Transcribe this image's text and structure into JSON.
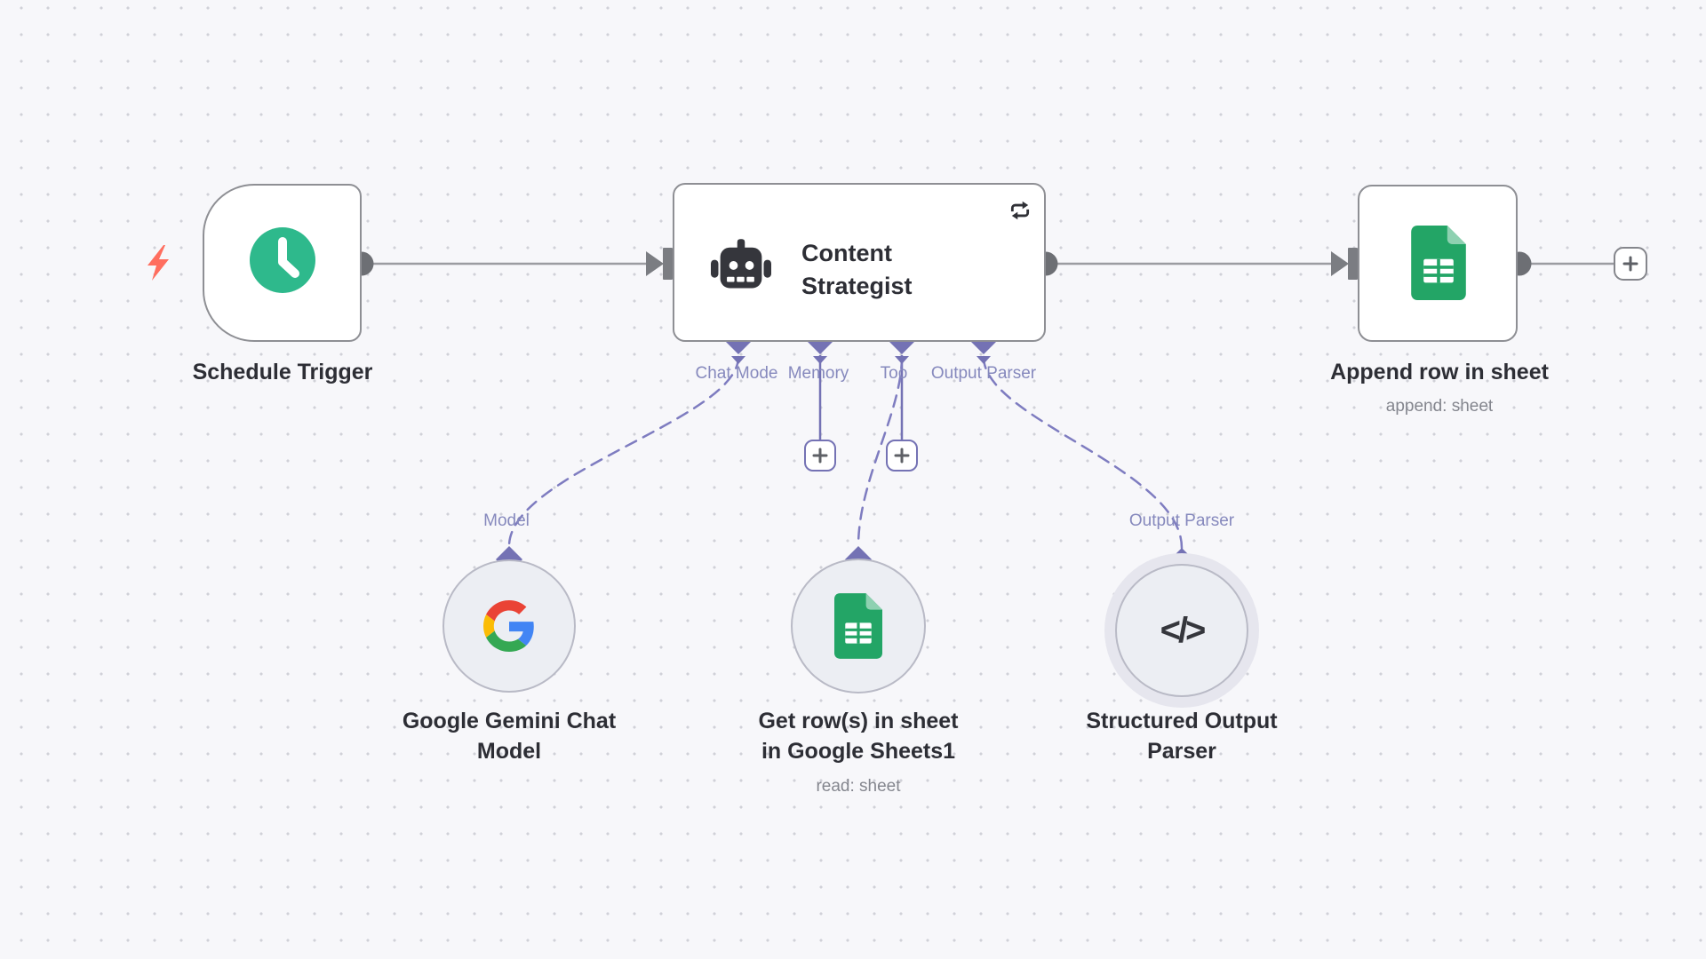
{
  "canvas": {
    "background_color": "#f7f7fa",
    "dot_color": "#d0d1d8"
  },
  "colors": {
    "node_border": "#8e8f94",
    "connector_gray": "#9b9ca1",
    "connector_dot": "#6d6f74",
    "ai_purple": "#7472b4",
    "ai_dashed": "#7e7cc0",
    "port_label": "#8689bd",
    "trigger_green": "#2eb98c",
    "sheets_green": "#23A566",
    "bolt_red": "#ff6e5f",
    "label_dark": "#2d2e35",
    "subtitle_gray": "#84868e"
  },
  "nodes": {
    "schedule_trigger": {
      "label": "Schedule Trigger"
    },
    "content_strategist": {
      "title": "Content Strategist",
      "ports": [
        {
          "label": "Chat Mode"
        },
        {
          "label": "Memory"
        },
        {
          "label": "Too"
        },
        {
          "label": "Output Parser"
        }
      ]
    },
    "append_row": {
      "label": "Append row in sheet",
      "subtitle": "append: sheet"
    },
    "gemini": {
      "endpoint_label": "Model",
      "label": "Google Gemini Chat Model"
    },
    "get_rows": {
      "label": "Get row(s) in sheet in Google Sheets1",
      "subtitle": "read: sheet"
    },
    "output_parser": {
      "endpoint_label": "Output Parser",
      "label": "Structured Output Parser"
    }
  },
  "icons": {
    "clock": "clock-icon",
    "robot": "robot-icon",
    "refresh": "refresh-loop-icon",
    "google_g": "google-g-icon",
    "sheets": "google-sheets-icon",
    "code_glyph": "</>",
    "plus": "plus-icon",
    "bolt": "lightning-bolt-icon"
  },
  "connections": [
    {
      "from": "Schedule Trigger",
      "to": "Content Strategist",
      "style": "solid"
    },
    {
      "from": "Content Strategist",
      "to": "Append row in sheet",
      "style": "solid"
    },
    {
      "from": "Content Strategist (Chat Model)",
      "to": "Google Gemini Chat Model",
      "style": "dashed"
    },
    {
      "from": "Content Strategist (Tool)",
      "to": "Get row(s) in sheet in Google Sheets1",
      "style": "dashed"
    },
    {
      "from": "Content Strategist (Output Parser)",
      "to": "Structured Output Parser",
      "style": "dashed"
    }
  ]
}
